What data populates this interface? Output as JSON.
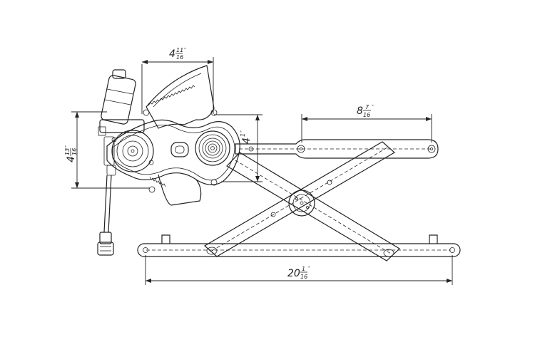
{
  "dimensions": {
    "top_width": {
      "whole": "4",
      "num": "11",
      "den": "16",
      "unit": "″"
    },
    "rail_length": {
      "whole": "8",
      "num": "7",
      "den": "16",
      "unit": "″"
    },
    "pivot_height": {
      "whole": "4",
      "num": "1",
      "den": "",
      "unit": "″"
    },
    "motor_height": {
      "whole": "4",
      "num": "13",
      "den": "16",
      "unit": "″"
    },
    "overall_length": {
      "whole": "20",
      "num": "1",
      "den": "16",
      "unit": "″"
    }
  },
  "colors": {
    "line": "#222222",
    "background": "#ffffff"
  }
}
